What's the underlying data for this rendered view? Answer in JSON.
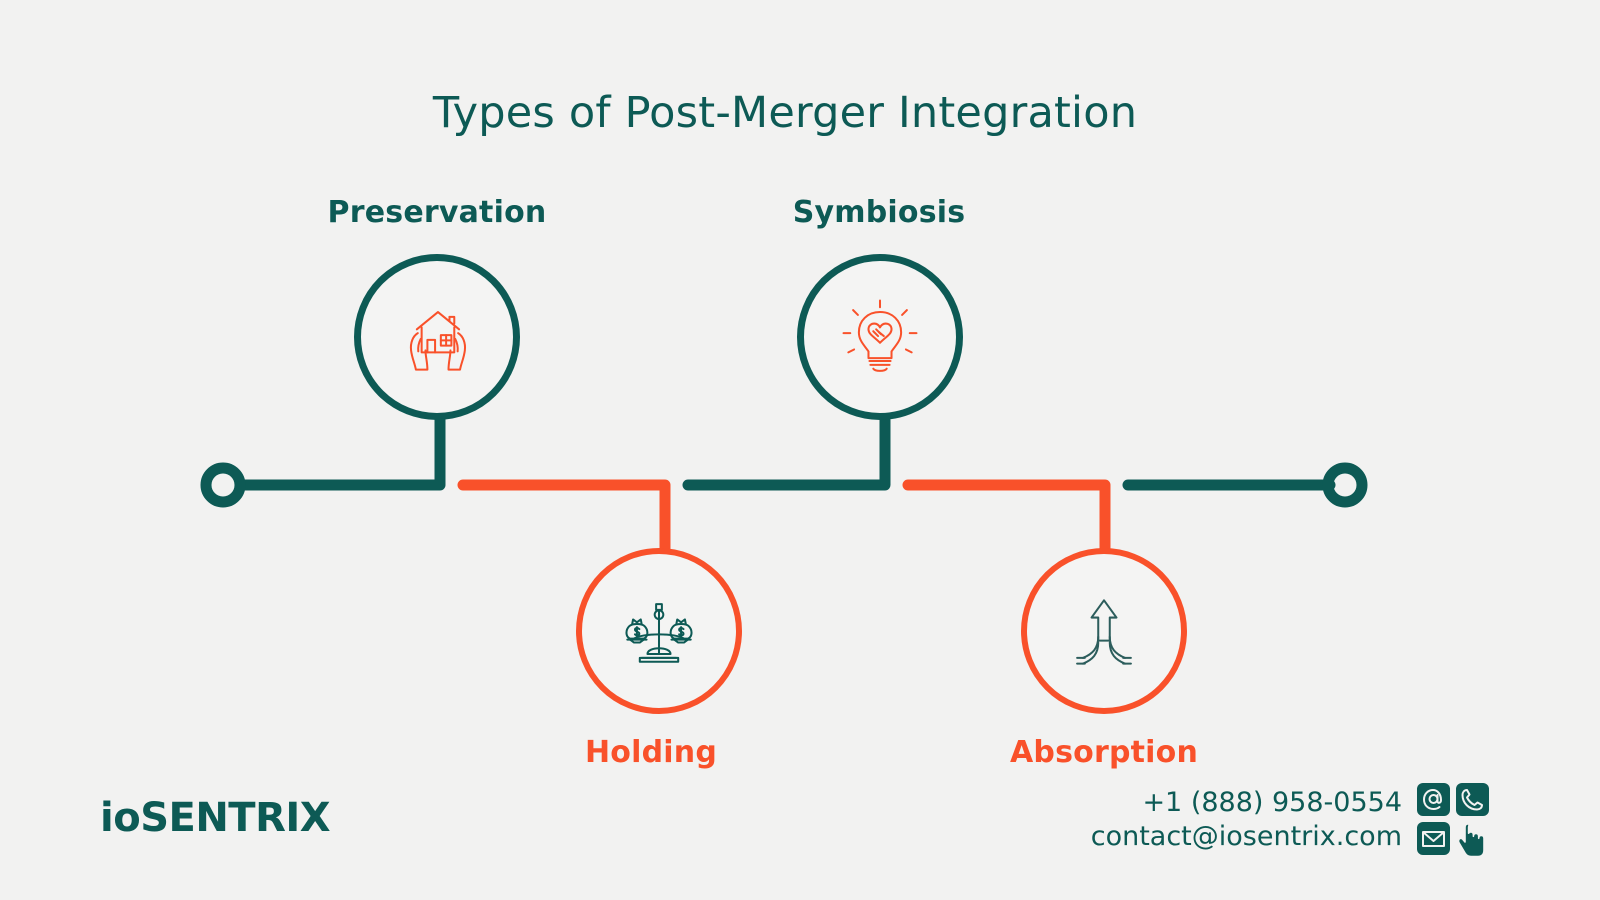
{
  "page": {
    "title": "Types of Post-Merger Integration",
    "background_color": "#f2f2f1",
    "teal_color": "#0d5a55",
    "orange_color": "#f9512a"
  },
  "timeline": {
    "left_endpoint_name": "timeline-start-node",
    "right_endpoint_name": "timeline-end-node",
    "nodes": [
      {
        "id": "preservation",
        "label": "Preservation",
        "color": "teal",
        "position": "above",
        "icon": "house-in-hands-icon"
      },
      {
        "id": "holding",
        "label": "Holding",
        "color": "orange",
        "position": "below",
        "icon": "balance-scale-money-bags-icon"
      },
      {
        "id": "symbiosis",
        "label": "Symbiosis",
        "color": "teal",
        "position": "above",
        "icon": "lightbulb-handshake-heart-icon"
      },
      {
        "id": "absorption",
        "label": "Absorption",
        "color": "orange",
        "position": "below",
        "icon": "merging-arrows-up-icon"
      }
    ]
  },
  "footer": {
    "logo_prefix": "io",
    "logo_suffix": "SENTRIX",
    "logo_full": "ioSENTRIX",
    "phone": "+1 (888) 958-0554",
    "email": "contact@iosentrix.com",
    "icons": [
      "at-sign-icon",
      "phone-icon",
      "envelope-icon",
      "pointing-hand-cursor-icon"
    ]
  }
}
